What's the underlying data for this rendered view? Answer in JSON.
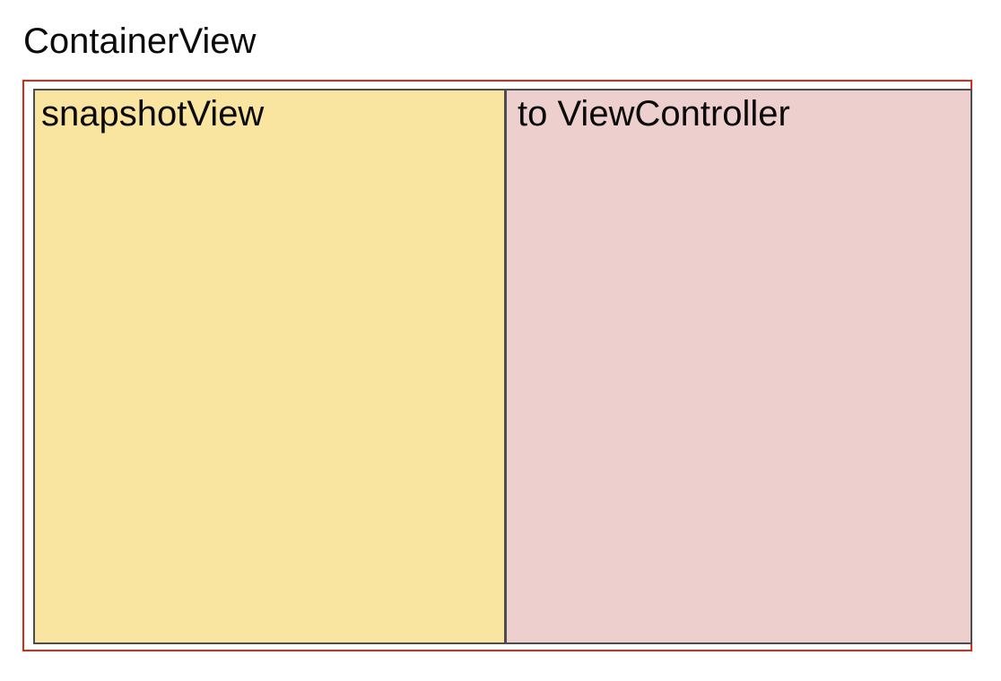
{
  "diagram": {
    "title": "ContainerView",
    "panels": [
      {
        "id": "snapshotView",
        "label": "snapshotView",
        "fill": "#f9e4a0"
      },
      {
        "id": "toViewController",
        "label": "to ViewController",
        "fill": "#edd0ce"
      }
    ],
    "colors": {
      "container_border": "#e1251b",
      "panel_border": "#4d4d4d",
      "text": "#0b0b0b",
      "background": "#ffffff"
    }
  }
}
